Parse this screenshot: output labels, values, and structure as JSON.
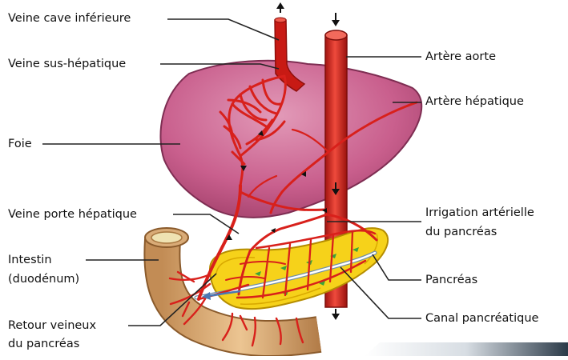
{
  "labels": {
    "veine_cave": "Veine cave inférieure",
    "veine_sus": "Veine sus-hépatique",
    "foie": "Foie",
    "veine_porte": "Veine porte hépatique",
    "intestin_1": "Intestin",
    "intestin_2": "(duodénum)",
    "retour_1": "Retour veineux",
    "retour_2": "du pancréas",
    "artere_aorte": "Artère aorte",
    "artere_hepatique": "Artère hépatique",
    "irrigation_1": "Irrigation artérielle",
    "irrigation_2": "du pancréas",
    "pancreas": "Pancréas",
    "canal": "Canal pancréatique"
  },
  "colors": {
    "liver": "#c25a86",
    "vessel": "#d8201b",
    "pancreas": "#f6d21a",
    "intestine": "#d9ab77",
    "label_line": "#222222"
  }
}
